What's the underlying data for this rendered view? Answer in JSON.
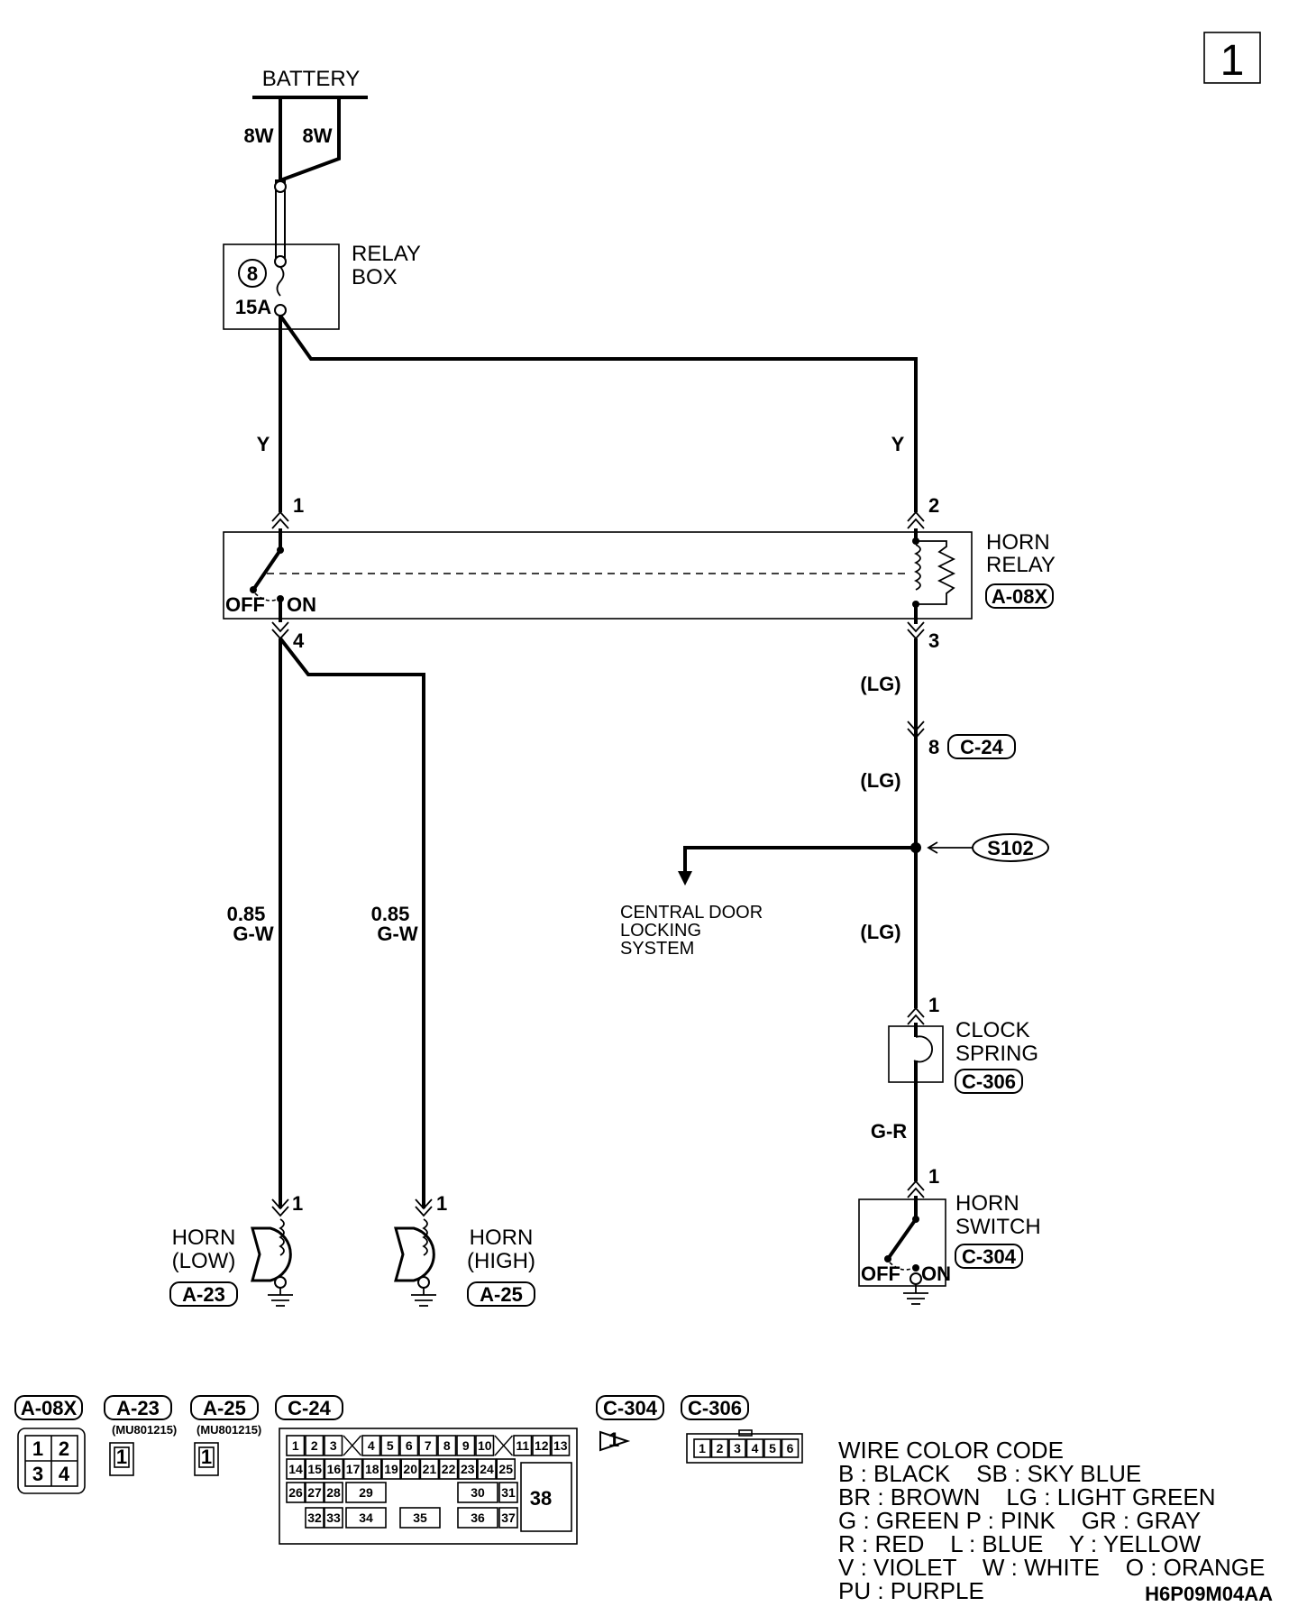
{
  "page_number": "1",
  "battery": {
    "label": "BATTERY",
    "wire_left": "8W",
    "wire_right": "8W"
  },
  "relay_box": {
    "line1": "RELAY",
    "line2": "BOX",
    "fuse_number": "8",
    "fuse_rating": "15A"
  },
  "wires": {
    "left_supply": "Y",
    "right_supply": "Y",
    "horn_low_size": "0.85",
    "horn_low_color": "G-W",
    "horn_high_size": "0.85",
    "horn_high_color": "G-W",
    "lg_1": "(LG)",
    "lg_2": "(LG)",
    "lg_3": "(LG)",
    "clock_to_switch": "G-R"
  },
  "horn_relay": {
    "line1": "HORN",
    "line2": "RELAY",
    "connector": "A-08X",
    "pin1": "1",
    "pin2": "2",
    "pin3": "3",
    "pin4": "4",
    "off": "OFF",
    "on": "ON"
  },
  "junction": {
    "pin": "8",
    "connector": "C-24",
    "splice": "S102"
  },
  "central_door": {
    "line1": "CENTRAL DOOR",
    "line2": "LOCKING",
    "line3": "SYSTEM"
  },
  "clock_spring": {
    "line1": "CLOCK",
    "line2": "SPRING",
    "connector": "C-306",
    "pin": "1"
  },
  "horn_switch": {
    "line1": "HORN",
    "line2": "SWITCH",
    "connector": "C-304",
    "pin": "1",
    "off": "OFF",
    "on": "ON"
  },
  "horn_low": {
    "line1": "HORN",
    "line2": "(LOW)",
    "connector": "A-23",
    "pin": "1"
  },
  "horn_high": {
    "line1": "HORN",
    "line2": "(HIGH)",
    "connector": "A-25",
    "pin": "1"
  },
  "connector_views": {
    "a08x": {
      "label": "A-08X",
      "pins": [
        "1",
        "2",
        "3",
        "4"
      ]
    },
    "a23": {
      "label": "A-23",
      "part": "(MU801215)",
      "pin": "1"
    },
    "a25": {
      "label": "A-25",
      "part": "(MU801215)",
      "pin": "1"
    },
    "c24": {
      "label": "C-24",
      "row1": [
        "1",
        "2",
        "3",
        "4",
        "5",
        "6",
        "7",
        "8",
        "9",
        "10",
        "11",
        "12",
        "13"
      ],
      "row2": [
        "14",
        "15",
        "16",
        "17",
        "18",
        "19",
        "20",
        "21",
        "22",
        "23",
        "24",
        "25"
      ],
      "row3": [
        "26",
        "27",
        "28",
        "29",
        "30",
        "31"
      ],
      "row4": [
        "32",
        "33",
        "34",
        "35",
        "36",
        "37"
      ],
      "big": "38"
    },
    "c304": {
      "label": "C-304",
      "pin": "1"
    },
    "c306": {
      "label": "C-306",
      "pins": [
        "1",
        "2",
        "3",
        "4",
        "5",
        "6"
      ]
    }
  },
  "legend": {
    "title": "WIRE COLOR CODE",
    "lines": [
      "B : BLACK    SB : SKY BLUE",
      "BR : BROWN    LG : LIGHT GREEN",
      "G : GREEN P : PINK    GR : GRAY",
      "R : RED    L : BLUE    Y : YELLOW",
      "V : VIOLET    W : WHITE    O : ORANGE",
      "PU : PURPLE"
    ]
  },
  "diagram_code": "H6P09M04AA"
}
